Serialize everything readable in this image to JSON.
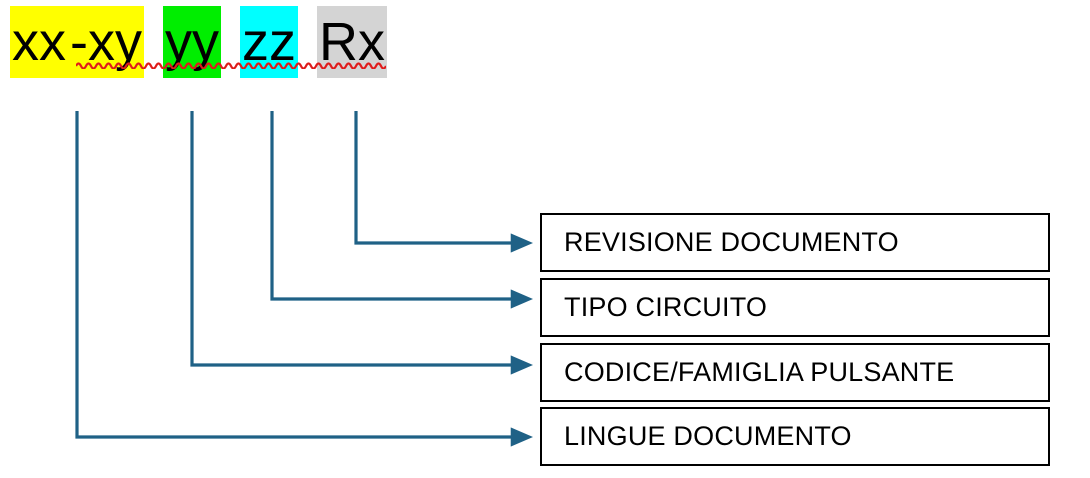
{
  "diagram": {
    "type": "callout-diagram",
    "code_label": {
      "name": "document-code-pattern",
      "full_text": "xx-xy yy zz Rx",
      "segments": [
        {
          "text": "xx",
          "highlight": "#ffff00",
          "highlight_name": "yellow",
          "meaning_ref": 3
        },
        {
          "text": "-xy",
          "highlight": "#ffff00",
          "highlight_name": "yellow",
          "meaning_ref": 2
        },
        {
          "text": " ",
          "highlight": "none",
          "highlight_name": "none",
          "meaning_ref": null
        },
        {
          "text": "yy",
          "highlight": "#00ee00",
          "highlight_name": "green",
          "meaning_ref": 2
        },
        {
          "text": " ",
          "highlight": "none",
          "highlight_name": "none",
          "meaning_ref": null
        },
        {
          "text": "zz",
          "highlight": "#00ffff",
          "highlight_name": "cyan",
          "meaning_ref": 1
        },
        {
          "text": " ",
          "highlight": "none",
          "highlight_name": "none",
          "meaning_ref": null
        },
        {
          "text": "Rx",
          "highlight": "#d4d4d4",
          "highlight_name": "grey",
          "meaning_ref": 0
        }
      ],
      "spellcheck_underline": true,
      "spellcheck_color": "#e01b1b"
    },
    "connector_color": "#1f6186",
    "boxes": [
      {
        "id": "box-0",
        "label": "REVISIONE DOCUMENTO"
      },
      {
        "id": "box-1",
        "label": "TIPO CIRCUITO"
      },
      {
        "id": "box-2",
        "label": "CODICE/FAMIGLIA PULSANTE"
      },
      {
        "id": "box-3",
        "label": "LINGUE DOCUMENTO"
      }
    ]
  }
}
